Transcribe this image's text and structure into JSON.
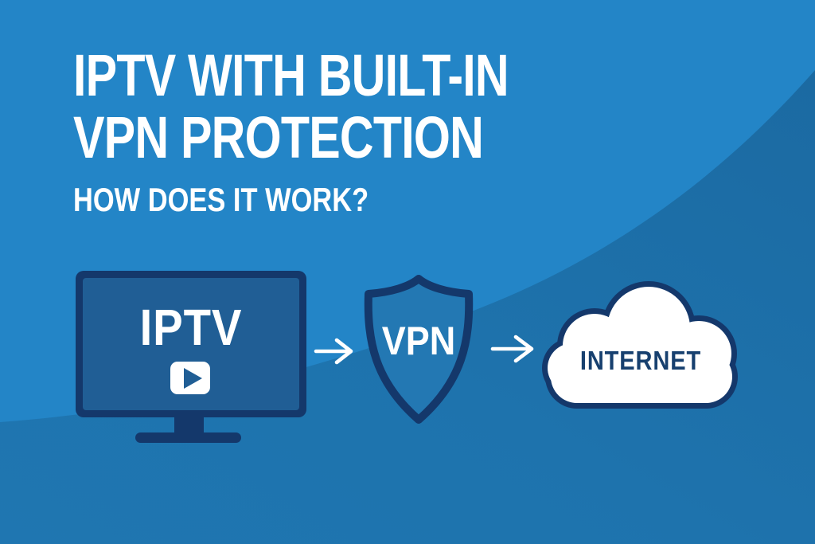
{
  "header": {
    "title_line1": "IPTV WITH BUILT-IN",
    "title_line2": "VPN PROTECTION",
    "subtitle": "HOW DOES IT WORK?"
  },
  "diagram": {
    "flow_order": [
      "IPTV",
      "VPN",
      "INTERNET"
    ],
    "nodes": [
      {
        "id": "iptv",
        "label": "IPTV",
        "icon": "tv-play-icon"
      },
      {
        "id": "vpn",
        "label": "VPN",
        "icon": "shield-icon"
      },
      {
        "id": "internet",
        "label": "INTERNET",
        "icon": "cloud-icon"
      }
    ],
    "connector_icon": "arrow-right-icon"
  },
  "colors": {
    "background_light": "#2385c7",
    "background_dark": "#1e73ad",
    "outline_navy": "#14386b",
    "tv_screen_blue": "#205e95",
    "shield_blue": "#2378b3",
    "text_white": "#ffffff",
    "internet_text_navy": "#17406f"
  }
}
